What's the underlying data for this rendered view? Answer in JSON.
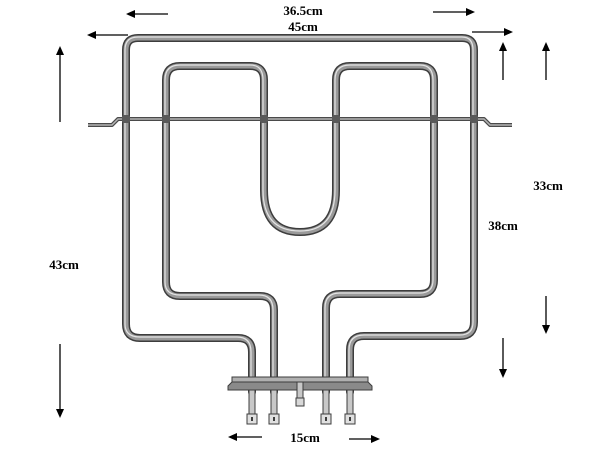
{
  "dimensions": {
    "top_outer": "36.5cm",
    "top_inner": "45cm",
    "right_outer": "33cm",
    "right_inner": "38cm",
    "left": "43cm",
    "bottom": "15cm"
  },
  "colors": {
    "element": "#3d3d3d",
    "element_highlight": "#9a9a9a",
    "label": "#000000"
  }
}
